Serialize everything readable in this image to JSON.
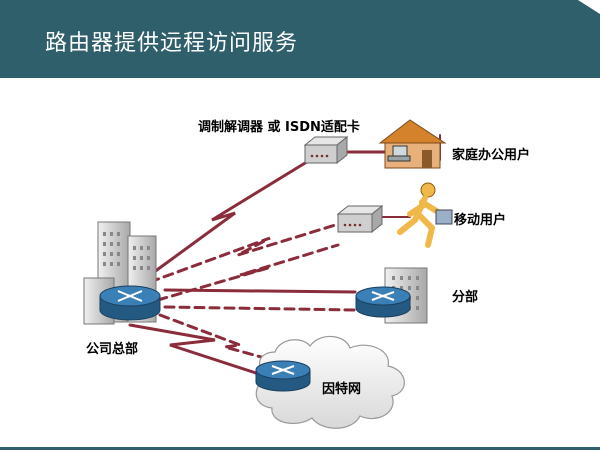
{
  "slide": {
    "title": "路由器提供远程访问服务"
  },
  "labels": {
    "modem": "调制解调器 或 ISDN适配卡",
    "home_user": "家庭办公用户",
    "mobile_user": "移动用户",
    "branch": "分部",
    "hq": "公司总部",
    "internet": "因特网"
  },
  "colors": {
    "title_bar": "#2f5f6b",
    "link": "#8b2c3a",
    "router": "#2f6f9f",
    "building": "#c8c8c8"
  },
  "icons": {
    "modem": "modem-icon",
    "house": "house-icon",
    "person": "running-person-icon",
    "router": "router-icon",
    "cloud": "cloud-icon",
    "building": "building-icon"
  }
}
